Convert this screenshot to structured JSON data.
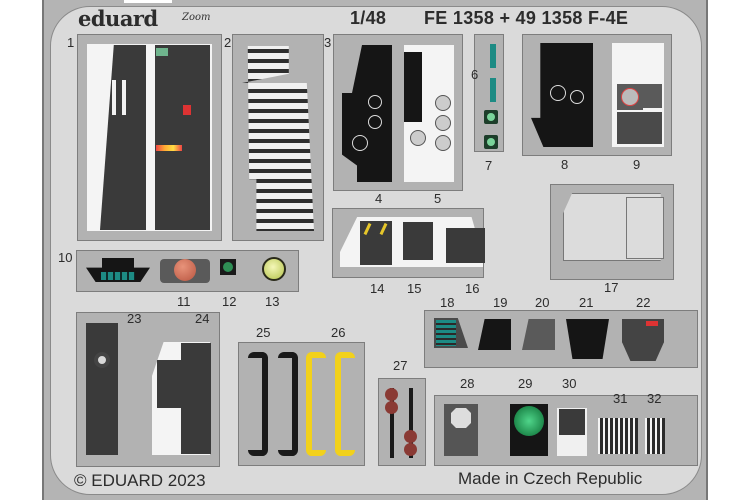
{
  "header": {
    "brand": "eduard",
    "sub_brand": "Zoom",
    "scale": "1/48",
    "product_code": "FE 1358 + 49 1358 F-4E"
  },
  "footer": {
    "copyright": "© EDUARD 2023",
    "origin": "Made in Czech Republic"
  },
  "colors": {
    "fret_metal": "#dadada",
    "frame_grey": "#b2b2b2",
    "panel_black": "#151515",
    "panel_dark_grey": "#3a3a3a",
    "accent_teal": "#1d8b84",
    "accent_yellow": "#f2d11b",
    "accent_red_lamp": "#c7634a",
    "accent_green_lamp": "#c8d87a",
    "radar_green": "#1f8a4c",
    "handle_maroon": "#8a3a34"
  },
  "parts": [
    {
      "number": "1",
      "desc": "left cockpit side console panel"
    },
    {
      "number": "2",
      "desc": "side console (continued)"
    },
    {
      "number": "3",
      "desc": "circuit breaker panel"
    },
    {
      "number": "4",
      "desc": "main instrument panel (black)"
    },
    {
      "number": "5",
      "desc": "instrument panel right section"
    },
    {
      "number": "6",
      "desc": "small teal indicator panel"
    },
    {
      "number": "7",
      "desc": "green lamp indicators"
    },
    {
      "number": "8",
      "desc": "rear cockpit instrument panel (black)"
    },
    {
      "number": "9",
      "desc": "rear cockpit instrument panel (grey)"
    },
    {
      "number": "10",
      "desc": "teal annunciator strip"
    },
    {
      "number": "11",
      "desc": "red warning light"
    },
    {
      "number": "12",
      "desc": "green indicator"
    },
    {
      "number": "13",
      "desc": "yellow-green lamp"
    },
    {
      "number": "14",
      "desc": "console panel with yellow striped handles"
    },
    {
      "number": "15",
      "desc": "console switch panel"
    },
    {
      "number": "16",
      "desc": "console panel with dials"
    },
    {
      "number": "17",
      "desc": "plain base plate"
    },
    {
      "number": "18",
      "desc": "teal annunciator panel"
    },
    {
      "number": "19",
      "desc": "black gauge panel"
    },
    {
      "number": "20",
      "desc": "grey gauge panel"
    },
    {
      "number": "21",
      "desc": "black trapezoid instrument panel"
    },
    {
      "number": "22",
      "desc": "white trapezoid panel with red lights"
    },
    {
      "number": "23",
      "desc": "right console panel"
    },
    {
      "number": "24",
      "desc": "right console panel (white)"
    },
    {
      "number": "25",
      "desc": "black ejection handles"
    },
    {
      "number": "26",
      "desc": "yellow ejection handles"
    },
    {
      "number": "27",
      "desc": "throttle handles with maroon knobs"
    },
    {
      "number": "28",
      "desc": "radar scope bezel"
    },
    {
      "number": "29",
      "desc": "green radar screen"
    },
    {
      "number": "30",
      "desc": "small control panel"
    },
    {
      "number": "31",
      "desc": "circuit breaker strip"
    },
    {
      "number": "32",
      "desc": "circuit breaker strip (small)"
    }
  ]
}
